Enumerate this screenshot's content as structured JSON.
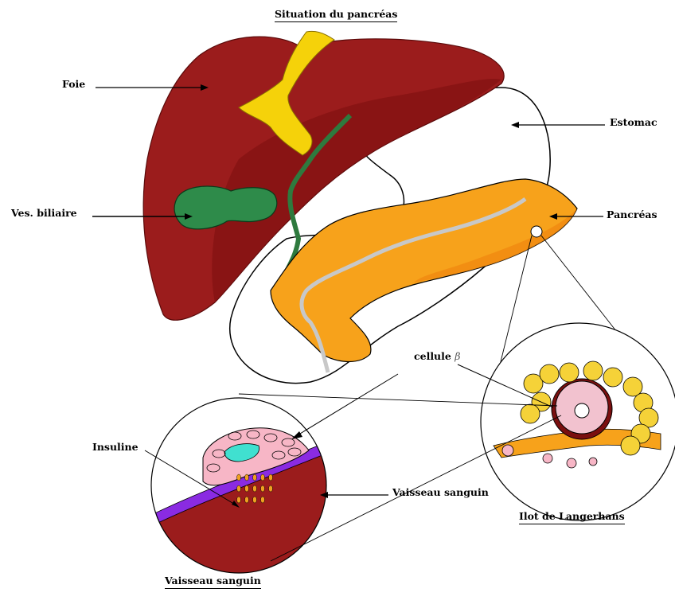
{
  "title": "Situation du pancréas",
  "labels": {
    "foie": "Foie",
    "ves_biliaire": "Ves. biliaire",
    "estomac": "Estomac",
    "pancreas": "Pancréas",
    "cellule": "cellule",
    "beta": "β",
    "insuline": "Insuline",
    "vaisseau_sanguin_right": "Vaisseau sanguin",
    "ilot_langerhans": "Ilot de Langerhans",
    "vaisseau_sanguin_bottom": "Vaisseau sanguin"
  },
  "colors": {
    "liver": "#9b1c1c",
    "liver_dark": "#7a0f0f",
    "bile_duct": "#f5d20a",
    "gallbladder": "#2e8b4a",
    "pancreas": "#f7a21b",
    "pancreas_dark": "#f08a10",
    "duct": "#c8c8c8",
    "blood_vessel": "#9b1c1c",
    "vessel_wall": "#8a2be2",
    "beta_cell": "#f7b6c6",
    "nucleus": "#40e0d0",
    "insulin": "#f0a020",
    "acini": "#f5d238"
  }
}
